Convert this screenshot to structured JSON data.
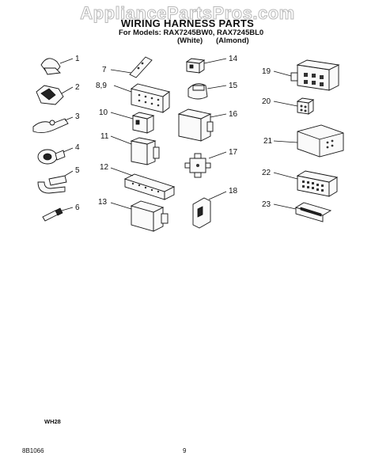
{
  "watermark": "AppliancePartsPros.com",
  "title": "WIRING HARNESS PARTS",
  "models_line": "For Models: RAX7245BW0, RAX7245BL0",
  "variant_white": "(White)",
  "variant_almond": "(Almond)",
  "callouts": [
    "1",
    "2",
    "3",
    "4",
    "5",
    "6",
    "7",
    "8,9",
    "10",
    "11",
    "12",
    "13",
    "14",
    "15",
    "16",
    "17",
    "18",
    "19",
    "20",
    "21",
    "22",
    "23"
  ],
  "footer_code": "WH28",
  "doc_number": "8B1066",
  "page_number": "9"
}
